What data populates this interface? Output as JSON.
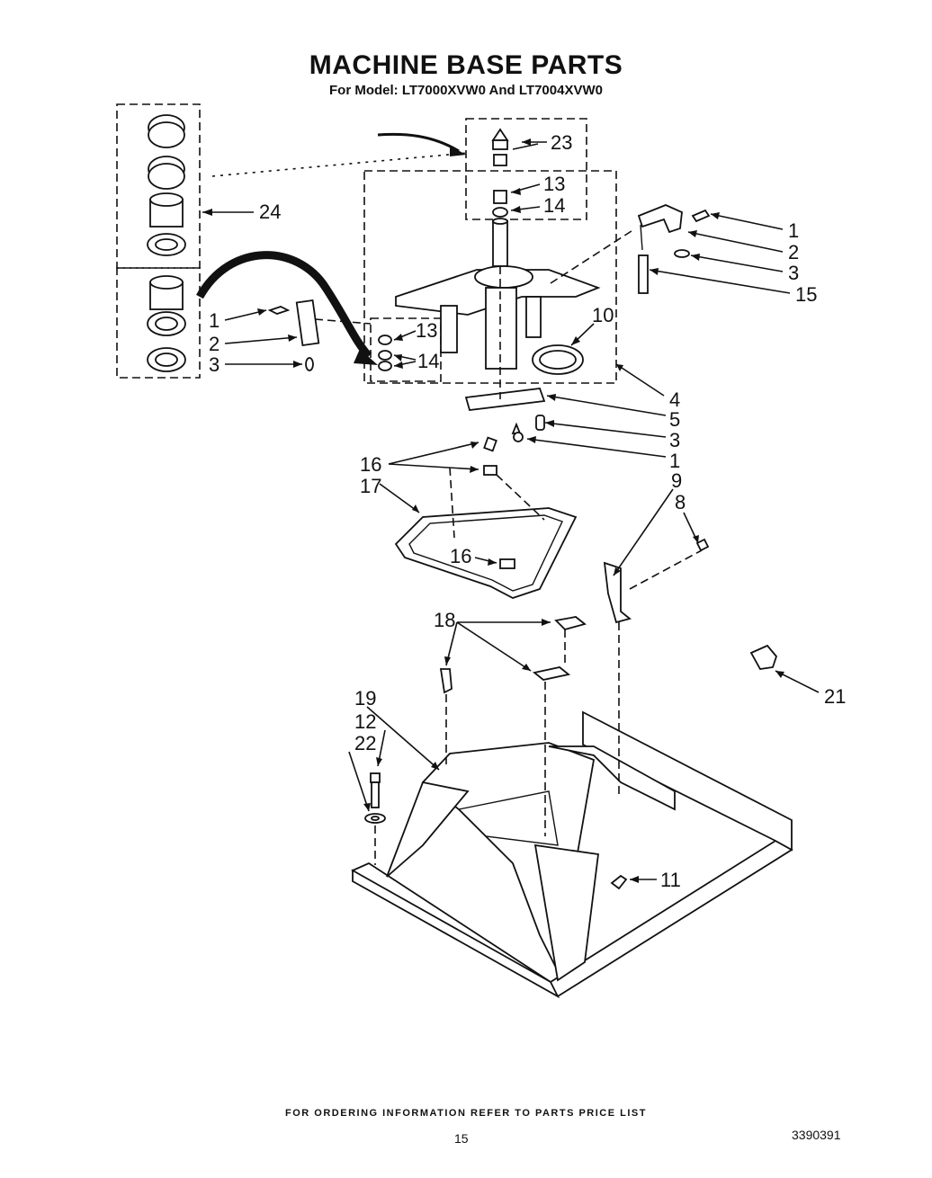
{
  "title": "MACHINE BASE PARTS",
  "subtitle": "For Model: LT7000XVW0 And LT7004XVW0",
  "footer": "FOR ORDERING INFORMATION REFER TO PARTS PRICE LIST",
  "page_number": "15",
  "document_number": "3390391",
  "callouts": {
    "c23": "23",
    "c13a": "13",
    "c14a": "14",
    "c24": "24",
    "c1a": "1",
    "c2a": "2",
    "c3a": "3",
    "c15": "15",
    "c1b": "1",
    "c2b": "2",
    "c3b": "3",
    "c13b": "13",
    "c14b": "14",
    "c10": "10",
    "c4": "4",
    "c5": "5",
    "c3c": "3",
    "c1c": "1",
    "c16a": "16",
    "c17": "17",
    "c9": "9",
    "c8": "8",
    "c16b": "16",
    "c18": "18",
    "c21": "21",
    "c19": "19",
    "c12": "12",
    "c22": "22",
    "c11": "11"
  }
}
